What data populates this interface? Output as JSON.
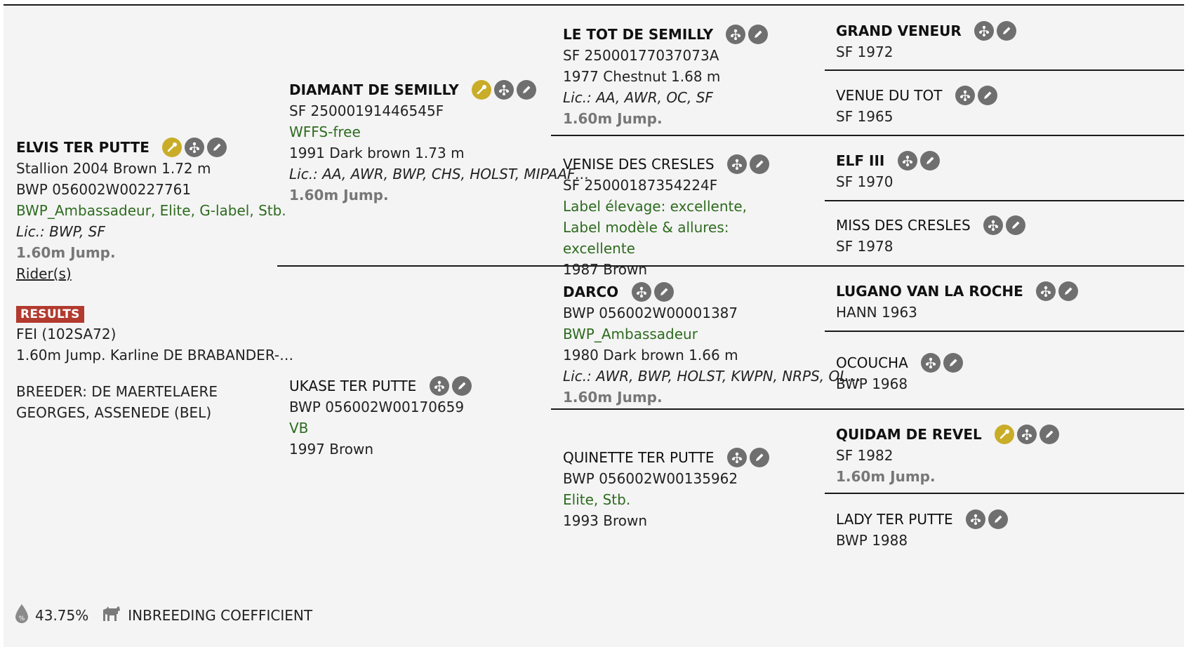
{
  "subject": {
    "name": "ELVIS TER PUTTE",
    "details": "Stallion 2004 Brown 1.72 m",
    "reg": "BWP 056002W00227761",
    "labels": "BWP_Ambassadeur, Elite, G-label, Stb.",
    "lic": "Lic.: BWP, SF",
    "jump": "1.60m Jump.",
    "riders_link": "Rider(s)",
    "results_badge": "RESULTS",
    "results_fei": "FEI (102SA72)",
    "results_line": "1.60m Jump. Karline DE BRABANDER-…",
    "breeder": "BREEDER: DE MAERTELAERE GEORGES, ASSENEDE (BEL)"
  },
  "sire": {
    "name": "DIAMANT DE SEMILLY",
    "reg": "SF 25000191446545F",
    "labels": "WFFS-free",
    "details": "1991 Dark brown 1.73 m",
    "lic": "Lic.: AA, AWR, BWP, CHS, HOLST, MIPAAF…",
    "jump": "1.60m Jump."
  },
  "dam": {
    "name": "UKASE TER PUTTE",
    "reg": "BWP 056002W00170659",
    "labels": "VB",
    "details": "1997 Brown"
  },
  "grandparents": {
    "ss": {
      "name": "LE TOT DE SEMILLY",
      "reg": "SF 25000177037073A",
      "details": "1977 Chestnut 1.68 m",
      "lic": "Lic.: AA, AWR, OC, SF",
      "jump": "1.60m Jump."
    },
    "sd": {
      "name": "VENISE DES CRESLES",
      "reg": "SF 25000187354224F",
      "labels": "Label élevage: excellente, Label modèle & allures: excellente",
      "details": "1987 Brown"
    },
    "ds": {
      "name": "DARCO",
      "reg": "BWP 056002W00001387",
      "labels": "BWP_Ambassadeur",
      "details": "1980 Dark brown 1.66 m",
      "lic": "Lic.: AWR, BWP, HOLST, KWPN, NRPS, OL…",
      "jump": "1.60m Jump."
    },
    "dd": {
      "name": "QUINETTE TER PUTTE",
      "reg": "BWP 056002W00135962",
      "labels": "Elite, Stb.",
      "details": "1993 Brown"
    }
  },
  "great_grandparents": [
    {
      "name": "GRAND VENEUR",
      "info": "SF 1972"
    },
    {
      "name": "VENUE DU TOT",
      "info": "SF 1965"
    },
    {
      "name": "ELF III",
      "info": "SF 1970"
    },
    {
      "name": "MISS DES CRESLES",
      "info": "SF 1978"
    },
    {
      "name": "LUGANO VAN LA ROCHE",
      "info": "HANN 1963"
    },
    {
      "name": "OCOUCHA",
      "info": "BWP 1968"
    },
    {
      "name": "QUIDAM DE REVEL",
      "info": "SF 1982",
      "jump": "1.60m Jump."
    },
    {
      "name": "LADY TER PUTTE",
      "info": "BWP 1988"
    }
  ],
  "footer": {
    "inbreeding_value": "43.75%",
    "inbreeding_label": "INBREEDING COEFFICIENT"
  },
  "icons": {
    "gray": "#6f6f6f",
    "gold": "#c9ad28",
    "names": [
      "semen-icon",
      "pedigree-icon",
      "edit-icon",
      "drop-percent-icon",
      "horse-icon"
    ]
  }
}
